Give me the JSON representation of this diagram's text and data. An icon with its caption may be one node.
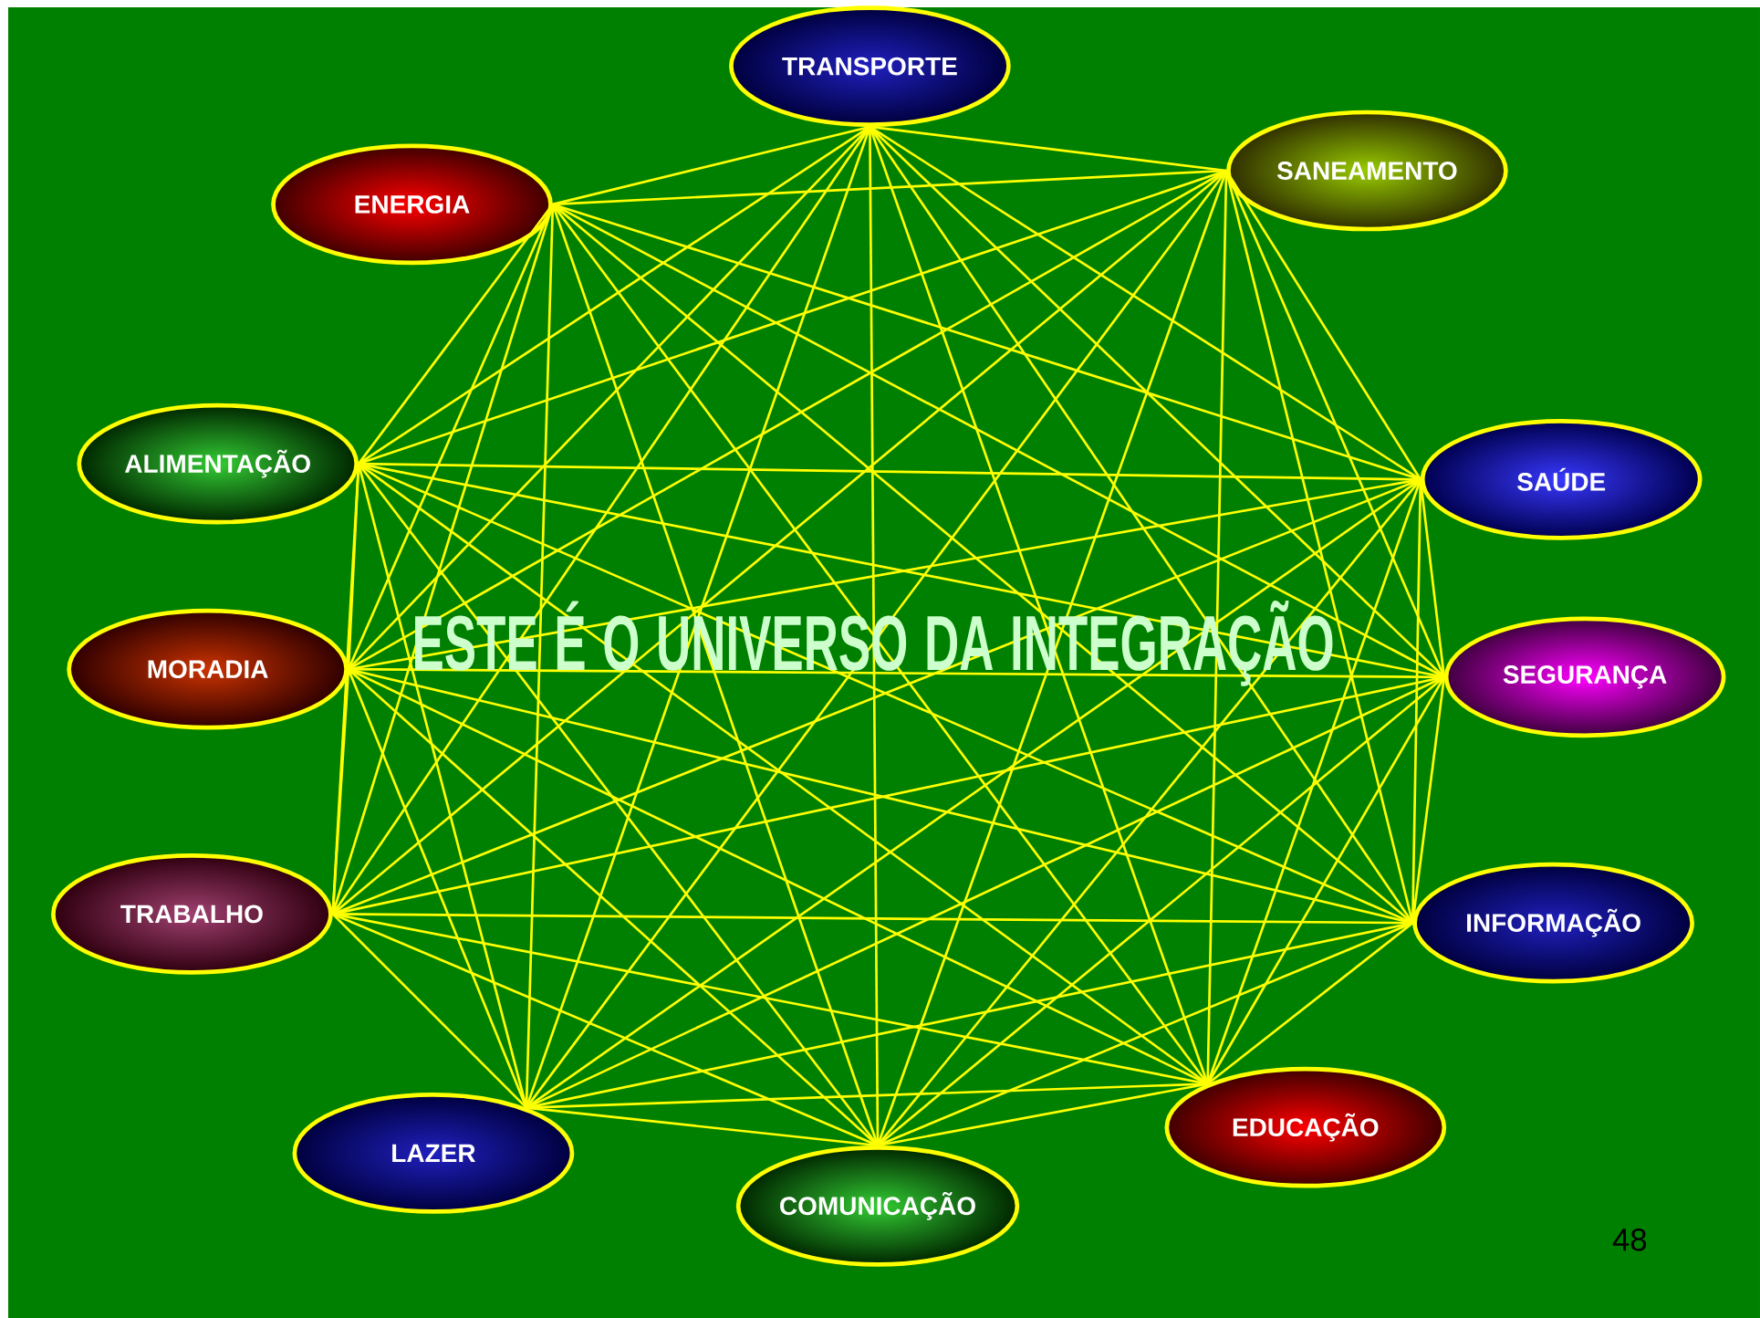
{
  "diagram": {
    "title": "ESTE É O UNIVERSO DA INTEGRAÇÃO",
    "nodes": [
      {
        "text": [
          "TRANSPORTE"
        ]
      },
      {
        "text": [
          "SANEAMENTO"
        ]
      },
      {
        "text": [
          "SAÚDE"
        ]
      },
      {
        "text": [
          "SEGURANÇA"
        ]
      },
      {
        "text": [
          "INFORMAÇÃO"
        ]
      },
      {
        "text": [
          "EDUCAÇÃO"
        ]
      },
      {
        "text": [
          "COMUNICAÇÃO"
        ]
      },
      {
        "text": [
          "LAZER"
        ]
      },
      {
        "text": [
          "TRABALHO"
        ]
      },
      {
        "text": [
          "MORADIA"
        ]
      },
      {
        "text": [
          "ALIMENTAÇÃO"
        ]
      },
      {
        "text": [
          "ENERGIA"
        ]
      }
    ],
    "edges": [
      {
        "from": 0,
        "to": 1,
        "arrow": "none"
      },
      {
        "from": 0,
        "to": 2,
        "arrow": "none"
      },
      {
        "from": 0,
        "to": 3,
        "arrow": "none"
      },
      {
        "from": 0,
        "to": 4,
        "arrow": "none"
      },
      {
        "from": 0,
        "to": 5,
        "arrow": "none"
      },
      {
        "from": 0,
        "to": 6,
        "arrow": "none"
      },
      {
        "from": 0,
        "to": 7,
        "arrow": "none"
      },
      {
        "from": 0,
        "to": 8,
        "arrow": "none"
      },
      {
        "from": 0,
        "to": 9,
        "arrow": "none"
      },
      {
        "from": 0,
        "to": 10,
        "arrow": "none"
      },
      {
        "from": 0,
        "to": 11,
        "arrow": "none"
      },
      {
        "from": 1,
        "to": 2,
        "arrow": "none"
      },
      {
        "from": 1,
        "to": 3,
        "arrow": "none"
      },
      {
        "from": 1,
        "to": 4,
        "arrow": "none"
      },
      {
        "from": 1,
        "to": 5,
        "arrow": "none"
      },
      {
        "from": 1,
        "to": 6,
        "arrow": "none"
      },
      {
        "from": 1,
        "to": 7,
        "arrow": "none"
      },
      {
        "from": 1,
        "to": 8,
        "arrow": "none"
      },
      {
        "from": 1,
        "to": 9,
        "arrow": "none"
      },
      {
        "from": 1,
        "to": 10,
        "arrow": "none"
      },
      {
        "from": 1,
        "to": 11,
        "arrow": "none"
      },
      {
        "from": 2,
        "to": 3,
        "arrow": "none"
      },
      {
        "from": 2,
        "to": 4,
        "arrow": "none"
      },
      {
        "from": 2,
        "to": 5,
        "arrow": "none"
      },
      {
        "from": 2,
        "to": 6,
        "arrow": "none"
      },
      {
        "from": 2,
        "to": 7,
        "arrow": "none"
      },
      {
        "from": 2,
        "to": 8,
        "arrow": "none"
      },
      {
        "from": 2,
        "to": 9,
        "arrow": "none"
      },
      {
        "from": 2,
        "to": 10,
        "arrow": "none"
      },
      {
        "from": 2,
        "to": 11,
        "arrow": "none"
      },
      {
        "from": 3,
        "to": 4,
        "arrow": "none"
      },
      {
        "from": 3,
        "to": 5,
        "arrow": "none"
      },
      {
        "from": 3,
        "to": 6,
        "arrow": "none"
      },
      {
        "from": 3,
        "to": 7,
        "arrow": "none"
      },
      {
        "from": 3,
        "to": 8,
        "arrow": "none"
      },
      {
        "from": 3,
        "to": 9,
        "arrow": "none"
      },
      {
        "from": 3,
        "to": 10,
        "arrow": "none"
      },
      {
        "from": 3,
        "to": 11,
        "arrow": "none"
      },
      {
        "from": 4,
        "to": 5,
        "arrow": "none"
      },
      {
        "from": 4,
        "to": 6,
        "arrow": "none"
      },
      {
        "from": 4,
        "to": 7,
        "arrow": "none"
      },
      {
        "from": 4,
        "to": 8,
        "arrow": "none"
      },
      {
        "from": 4,
        "to": 9,
        "arrow": "none"
      },
      {
        "from": 4,
        "to": 10,
        "arrow": "none"
      },
      {
        "from": 4,
        "to": 11,
        "arrow": "none"
      },
      {
        "from": 5,
        "to": 6,
        "arrow": "none"
      },
      {
        "from": 5,
        "to": 7,
        "arrow": "none"
      },
      {
        "from": 5,
        "to": 8,
        "arrow": "none"
      },
      {
        "from": 5,
        "to": 9,
        "arrow": "none"
      },
      {
        "from": 5,
        "to": 10,
        "arrow": "none"
      },
      {
        "from": 5,
        "to": 11,
        "arrow": "none"
      },
      {
        "from": 6,
        "to": 7,
        "arrow": "none"
      },
      {
        "from": 6,
        "to": 8,
        "arrow": "none"
      },
      {
        "from": 6,
        "to": 9,
        "arrow": "none"
      },
      {
        "from": 6,
        "to": 10,
        "arrow": "none"
      },
      {
        "from": 6,
        "to": 11,
        "arrow": "none"
      },
      {
        "from": 7,
        "to": 8,
        "arrow": "none"
      },
      {
        "from": 7,
        "to": 9,
        "arrow": "none"
      },
      {
        "from": 7,
        "to": 10,
        "arrow": "none"
      },
      {
        "from": 7,
        "to": 11,
        "arrow": "none"
      },
      {
        "from": 8,
        "to": 9,
        "arrow": "none"
      },
      {
        "from": 8,
        "to": 10,
        "arrow": "none"
      },
      {
        "from": 8,
        "to": 11,
        "arrow": "none"
      },
      {
        "from": 9,
        "to": 10,
        "arrow": "none"
      },
      {
        "from": 9,
        "to": 11,
        "arrow": "none"
      },
      {
        "from": 10,
        "to": 11,
        "arrow": "none"
      }
    ],
    "labels": [
      "48"
    ]
  }
}
